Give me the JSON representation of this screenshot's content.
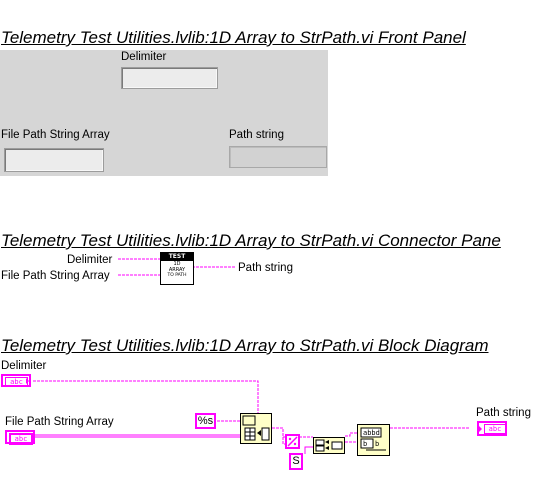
{
  "vi_name": "Telemetry Test Utilities.lvlib:1D Array to StrPath.vi",
  "front_panel": {
    "title": "Telemetry Test Utilities.lvlib:1D Array to StrPath.vi Front Panel",
    "delimiter_label": "Delimiter",
    "array_label": "File Path String Array",
    "path_string_label": "Path string"
  },
  "connector_pane": {
    "title": "Telemetry Test Utilities.lvlib:1D Array to StrPath.vi Connector Pane",
    "delimiter_label": "Delimiter",
    "array_label": "File Path String Array",
    "path_string_label": "Path string",
    "icon_line1": "TEST",
    "icon_line2": "1D",
    "icon_line3": "ARRAY",
    "icon_line4": "TO PATH"
  },
  "block_diagram": {
    "title": "Telemetry Test Utilities.lvlib:1D Array to StrPath.vi Block Diagram",
    "delimiter_label": "Delimiter",
    "array_label": "File Path String Array",
    "path_string_label": "Path string",
    "format_constant": "%s",
    "string_constant": "S",
    "terminal_text": "abc"
  },
  "colors": {
    "wire_string": "#ff00ff",
    "node_bg": "#ffffc8",
    "panel_bg": "#d6d6d6"
  }
}
